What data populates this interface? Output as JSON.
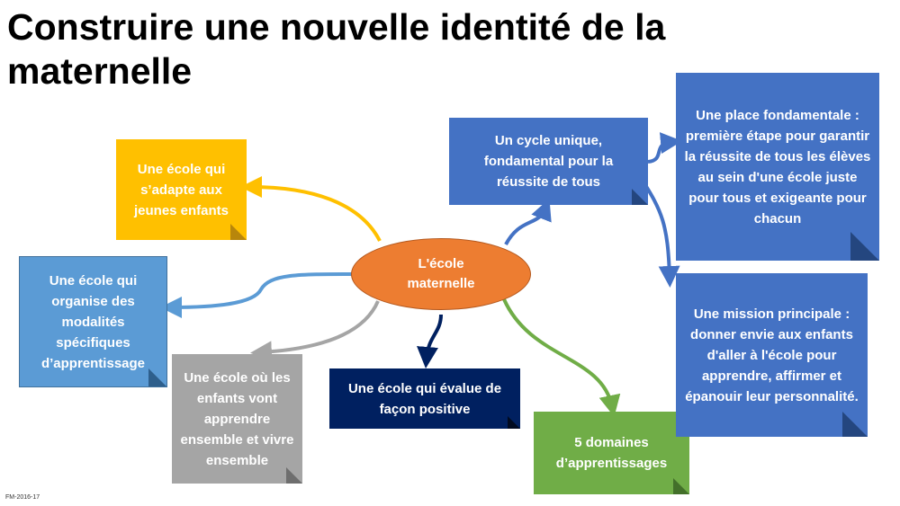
{
  "title": "Construire une nouvelle identité de la maternelle",
  "footer": "FM-2016-17",
  "center": "L'école maternelle",
  "notes": {
    "adapte": "Une école qui s’adapte aux jeunes enfants",
    "organise": "Une école qui organise des modalités spécifiques d’apprentissage",
    "ensemble": "Une école où les enfants vont apprendre ensemble et vivre ensemble",
    "evalue": "Une école qui évalue de façon positive",
    "domaines": "5 domaines d’apprentissages",
    "cycle": "Un cycle unique, fondamental pour la réussite de tous",
    "place": "Une place fondamentale : première étape pour garantir la réussite de tous les élèves au sein d'une école juste pour tous et exigeante pour chacun",
    "mission": "Une mission principale : donner envie aux enfants d'aller à l'école pour apprendre, affirmer et épanouir leur personnalité."
  },
  "colors": {
    "yellow": "#ffc000",
    "light_blue": "#5b9bd5",
    "gray": "#a5a5a5",
    "navy": "#002060",
    "green": "#70ad47",
    "blue": "#4472c4",
    "orange": "#ed7d31"
  }
}
